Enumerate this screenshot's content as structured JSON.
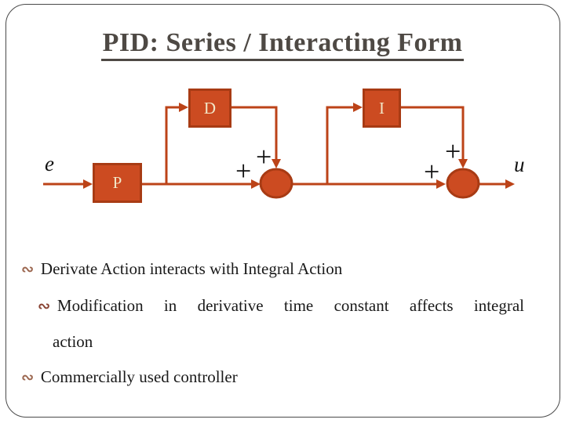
{
  "slide": {
    "title": "PID: Series / Interacting Form"
  },
  "diagram": {
    "input_label": "e",
    "output_label": "u",
    "plus_label": "+",
    "blocks": {
      "p": "P",
      "d": "D",
      "i": "I"
    }
  },
  "bullets": [
    {
      "level": 1,
      "icon": "curl-bullet-icon",
      "glyph": "∾",
      "text": "Derivate Action interacts with Integral Action"
    },
    {
      "level": 2,
      "icon": "curl-bullet-icon",
      "glyph": "∾",
      "lines": [
        "Modification in derivative time constant affects integral",
        "action"
      ]
    },
    {
      "level": 1,
      "icon": "curl-bullet-icon",
      "glyph": "∾",
      "text": "Commercially used controller"
    }
  ],
  "colors": {
    "accent-line": "#bc4318",
    "shape-fill": "#cc4b21",
    "shape-stroke": "#a83b14",
    "block-label": "#f1e7c8",
    "title-color": "#4e4944",
    "text-color": "#1a1a1a",
    "bullet-glyph": "#9c6750",
    "bullet-glyph-sub": "#8a4434",
    "frame-border": "#4a4a4a"
  }
}
